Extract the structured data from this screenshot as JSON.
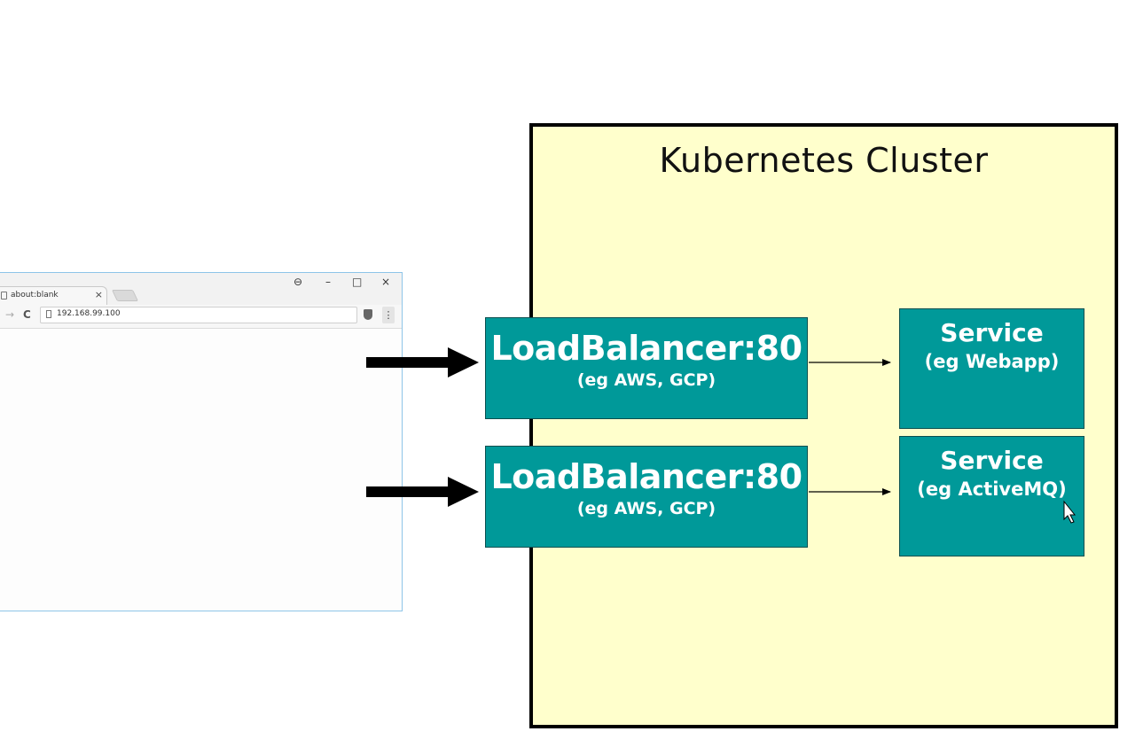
{
  "cluster": {
    "title": "Kubernetes Cluster"
  },
  "load_balancers": [
    {
      "label": "LoadBalancer:80",
      "sublabel": "(eg AWS, GCP)"
    },
    {
      "label": "LoadBalancer:80",
      "sublabel": "(eg AWS, GCP)"
    }
  ],
  "services": [
    {
      "label": "Service",
      "sublabel": "(eg Webapp)"
    },
    {
      "label": "Service",
      "sublabel": "(eg ActiveMQ)"
    }
  ],
  "browser": {
    "tab_title": "about:blank",
    "tab_close": "×",
    "url": "192.168.99.100",
    "forward_icon": "→",
    "reload_icon": "C",
    "profile_icon": "⊖",
    "minimize_icon": "–",
    "maximize_icon": "□",
    "close_icon": "×",
    "menu_icon": "⋮"
  },
  "colors": {
    "cluster_fill": "#ffffcc",
    "box_fill": "#009999",
    "box_text": "#ffffff",
    "arrow": "#000000"
  }
}
